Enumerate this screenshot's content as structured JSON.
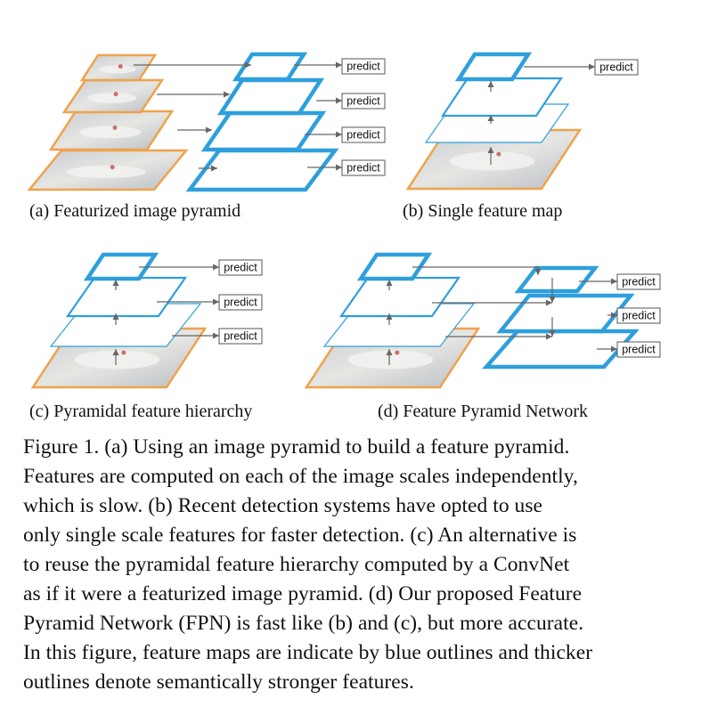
{
  "panels": [
    {
      "id": "a",
      "caption": "(a) Featurized image pyramid",
      "predict_labels": [
        "predict",
        "predict",
        "predict",
        "predict"
      ]
    },
    {
      "id": "b",
      "caption": "(b) Single feature map",
      "predict_labels": [
        "predict"
      ]
    },
    {
      "id": "c",
      "caption": "(c) Pyramidal feature hierarchy",
      "predict_labels": [
        "predict",
        "predict",
        "predict"
      ]
    },
    {
      "id": "d",
      "caption": "(d) Feature Pyramid Network",
      "predict_labels": [
        "predict",
        "predict",
        "predict"
      ]
    }
  ],
  "figure_caption": {
    "lines": [
      "Figure 1. (a) Using an image pyramid to build a feature pyramid.",
      "Features are computed on each of the image scales independently,",
      "which is slow.  (b) Recent detection systems have opted to use",
      "only single scale features for faster detection. (c) An alternative is",
      "to reuse the pyramidal feature hierarchy computed by a ConvNet",
      "as if it were a featurized image pyramid. (d) Our proposed Feature",
      "Pyramid Network (FPN) is fast like (b) and (c), but more accurate.",
      "In this figure, feature maps are indicate by blue outlines and thicker",
      "outlines denote semantically stronger features."
    ]
  },
  "colors": {
    "feature_map_blue": "#2e9fdc",
    "image_orange": "#f0a24a",
    "arrow_gray": "#666666",
    "text": "#111111"
  }
}
